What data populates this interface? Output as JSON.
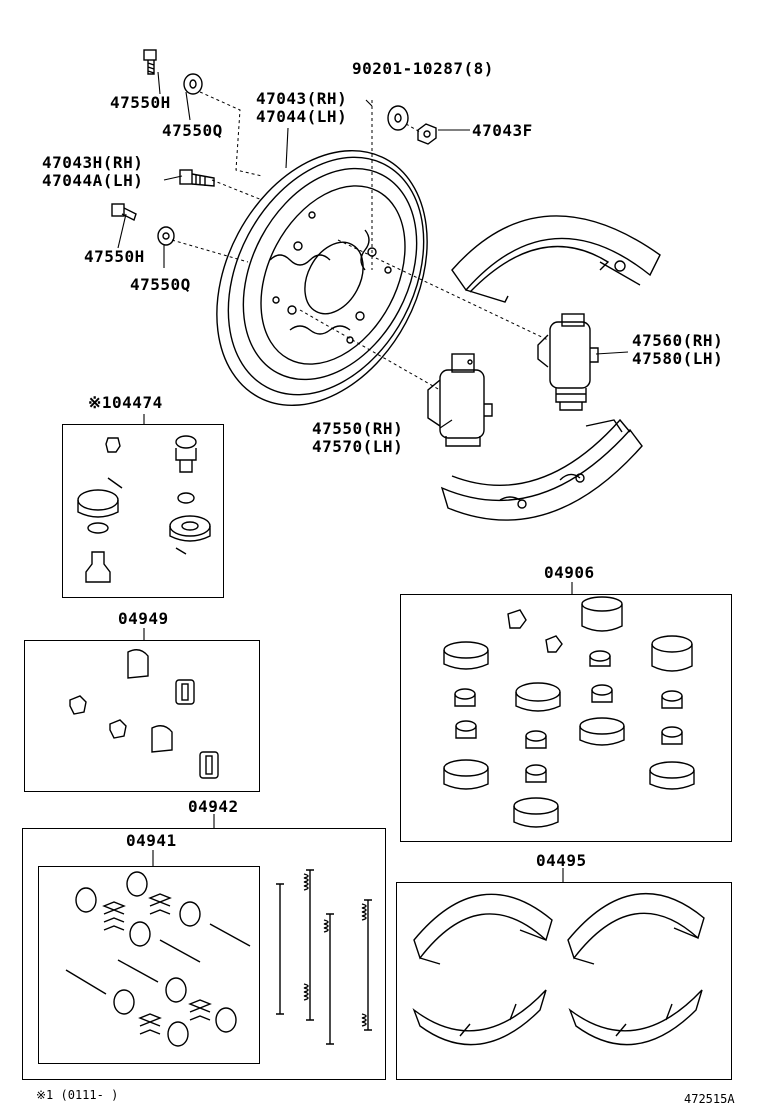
{
  "labels": {
    "bolt_47550h_top": "47550H",
    "washer_47550q_top": "47550Q",
    "drum": "47043(RH)\n47044(LH)",
    "drum_rh": "47043(RH)",
    "drum_lh": "47044(LH)",
    "washer_90201": "90201-10287(8)",
    "nut_47043f": "47043F",
    "bolt_47043h_rh": "47043H(RH)",
    "bolt_47044a_lh": "47044A(LH)",
    "bolt_47550h_bottom": "47550H",
    "washer_47550q_bottom": "47550Q",
    "cyl_47560_rh": "47560(RH)",
    "cyl_47580_lh": "47580(LH)",
    "cyl_47550_rh": "47550(RH)",
    "cyl_47570_lh": "47570(LH)",
    "kit_04474": "※104474",
    "kit_04949": "04949",
    "kit_04906": "04906",
    "kit_04942": "04942",
    "kit_04941": "04941",
    "kit_04495": "04495"
  },
  "footnote": "※1 (0111-    )",
  "diagram_id": "472515A"
}
